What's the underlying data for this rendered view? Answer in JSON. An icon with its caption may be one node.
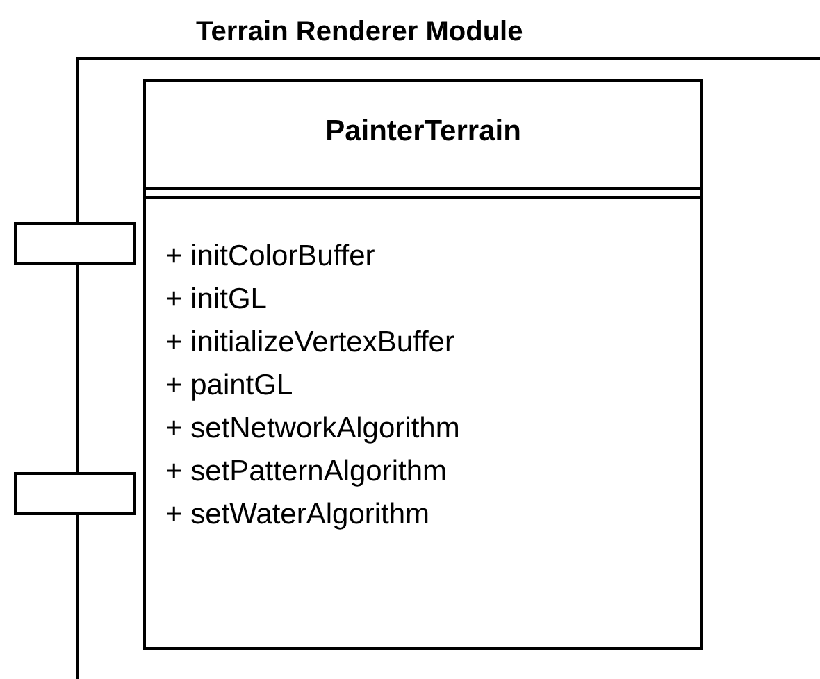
{
  "diagram": {
    "nodes": [
      {
        "text": [
          "Terrain Renderer Module"
        ]
      },
      {
        "text": [
          "PainterTerrain",
          "+ initColorBuffer",
          "+ initGL",
          "+ initializeVertexBuffer",
          "+ paintGL",
          "+ setNetworkAlgorithm",
          "+ setPatternAlgorithm",
          "+ setWaterAlgorithm"
        ],
        "in": 0
      },
      {
        "text": [],
        "shape": "box"
      },
      {
        "text": [],
        "shape": "box"
      }
    ]
  }
}
